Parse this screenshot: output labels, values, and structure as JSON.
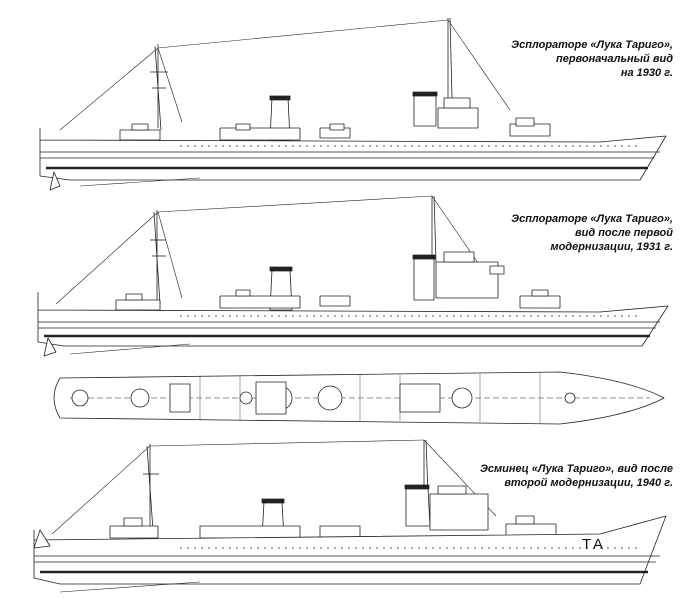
{
  "captions": [
    {
      "line1": "Эсплораторе «Лука Тариго»,",
      "line2": "первоначальный вид",
      "line3": "на 1930 г."
    },
    {
      "line1": "Эсплораторе «Лука Тариго»,",
      "line2": "вид после первой",
      "line3": "модернизации, 1931 г."
    },
    {
      "line1": "Эсминец «Лука Тариго», вид после",
      "line2": "второй модернизации, 1940 г."
    }
  ],
  "hull_marking": "TA"
}
